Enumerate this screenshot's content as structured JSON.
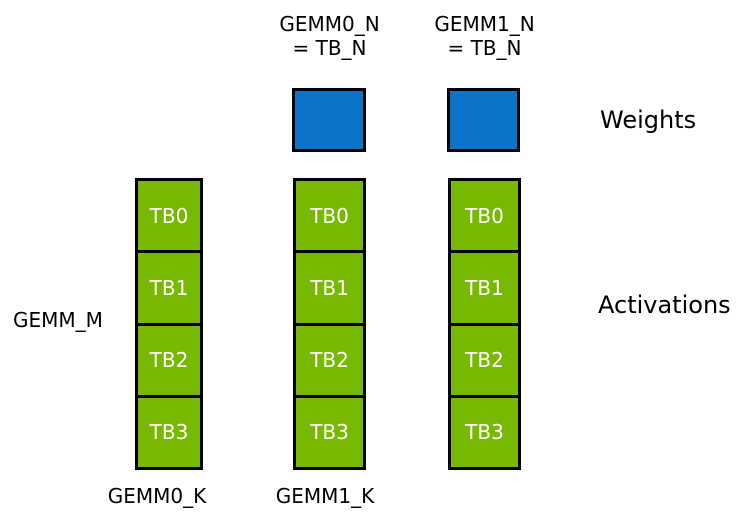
{
  "diagram": {
    "top_labels": [
      {
        "line1": "GEMM0_N",
        "line2": "= TB_N"
      },
      {
        "line1": "GEMM1_N",
        "line2": "= TB_N"
      }
    ],
    "weight_squares": 2,
    "columns": [
      {
        "cells": [
          "TB0",
          "TB1",
          "TB2",
          "TB3"
        ]
      },
      {
        "cells": [
          "TB0",
          "TB1",
          "TB2",
          "TB3"
        ]
      },
      {
        "cells": [
          "TB0",
          "TB1",
          "TB2",
          "TB3"
        ]
      }
    ],
    "side_labels": {
      "weights": "Weights",
      "activations": "Activations"
    },
    "left_label": "GEMM_M",
    "bottom_labels": [
      "GEMM0_K",
      "GEMM1_K"
    ],
    "colors": {
      "activation_green": "#76b900",
      "weight_blue": "#0b74c8",
      "outline_black": "#000000",
      "cell_text_white": "#ffffff",
      "label_text": "#000000",
      "background": "#ffffff"
    }
  }
}
